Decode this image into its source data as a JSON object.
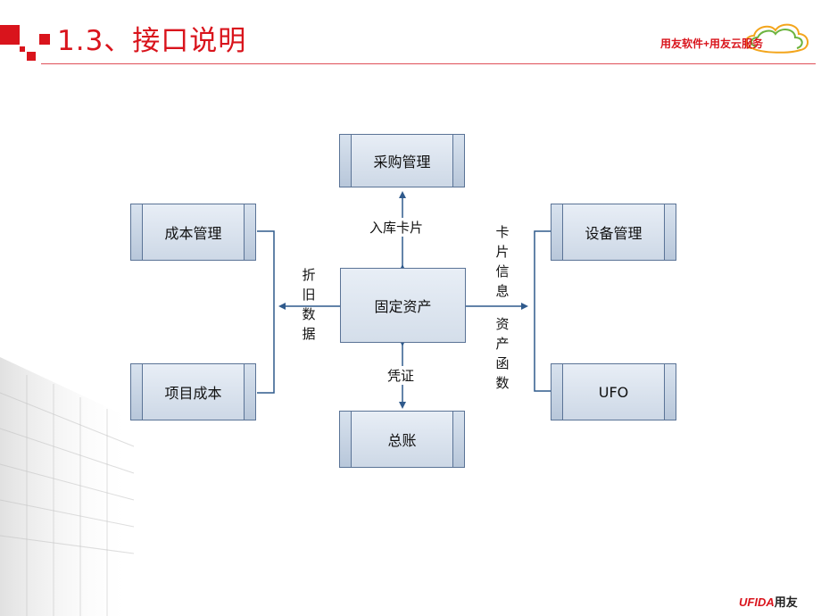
{
  "header": {
    "title": "1.3、接口说明",
    "brand": "用友软件+用友云服务"
  },
  "diagram": {
    "center": "固定资产",
    "nodes": {
      "purchase": "采购管理",
      "cost": "成本管理",
      "project_cost": "项目成本",
      "equipment": "设备管理",
      "ufo": "UFO",
      "ledger": "总账"
    },
    "edge_labels": {
      "inbound_card": "入库卡片",
      "depreciation": "折旧数据",
      "card_info": "卡片信息",
      "asset_function": "资产函数",
      "voucher": "凭证"
    }
  },
  "footer": {
    "logo_en": "UFIDA",
    "logo_cn": "用友"
  },
  "colors": {
    "accent": "#d9141c",
    "box_border": "#5a7396",
    "arrow": "#2f5a8c"
  }
}
